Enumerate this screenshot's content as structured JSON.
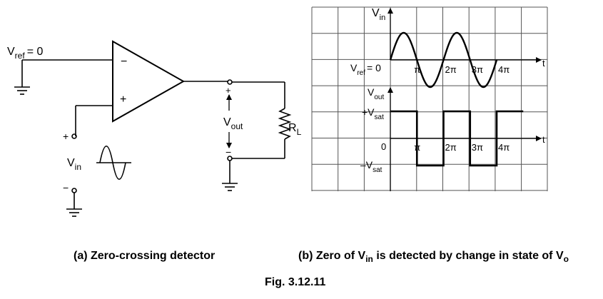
{
  "circuit": {
    "vref_symbol": "V",
    "vref_sub": "ref",
    "vref_value": "= 0",
    "minus_sign": "−",
    "plus_sign": "+",
    "vin_symbol": "V",
    "vin_sub": "in",
    "vin_plus": "+",
    "vin_minus": "−",
    "vout_symbol": "V",
    "vout_sub": "out",
    "vout_plus": "+",
    "vout_minus": "−",
    "rl_symbol": "R",
    "rl_sub": "L"
  },
  "waveform": {
    "vin_axis_symbol": "V",
    "vin_axis_sub": "in",
    "vref_label_symbol": "V",
    "vref_label_sub": "ref",
    "vref_label_value": "= 0",
    "t_label_top": "t",
    "top_ticks": [
      "π",
      "2π",
      "3π",
      "4π"
    ],
    "vout_axis_symbol": "V",
    "vout_axis_sub": "out",
    "plus_vsat_prefix": "+V",
    "plus_vsat_sub": "sat",
    "minus_vsat_prefix": "–V",
    "minus_vsat_sub": "sat",
    "zero_label": "0",
    "t_label_bottom": "t",
    "bottom_ticks": [
      "π",
      "2π",
      "3π",
      "4π"
    ]
  },
  "captions": {
    "a": "(a) Zero-crossing detector",
    "b_prefix": "(b) Zero of V",
    "b_sub1": "in",
    "b_middle": " is detected by change in state of V",
    "b_sub2": "o",
    "fig": "Fig. 3.12.11"
  },
  "chart_data": [
    {
      "type": "line",
      "title": "",
      "xlabel": "t",
      "ylabel": "Vin",
      "x_ticks": [
        "π",
        "2π",
        "3π",
        "4π"
      ],
      "series": [
        {
          "x": [
            0,
            0.5,
            1,
            1.5,
            2,
            2.5,
            3,
            3.5,
            4
          ],
          "y": [
            0,
            1,
            0,
            -1,
            0,
            1,
            0,
            -1,
            0
          ]
        }
      ]
    },
    {
      "type": "line",
      "title": "",
      "xlabel": "t",
      "ylabel": "Vout",
      "x_ticks": [
        "π",
        "2π",
        "3π",
        "4π"
      ],
      "y_levels": [
        "+Vsat",
        "0",
        "–Vsat"
      ],
      "series": [
        {
          "x": [
            0,
            1,
            1,
            2,
            2,
            3,
            3,
            4,
            4,
            5
          ],
          "y": [
            1,
            1,
            -1,
            -1,
            1,
            1,
            -1,
            -1,
            1,
            1
          ]
        }
      ]
    }
  ]
}
